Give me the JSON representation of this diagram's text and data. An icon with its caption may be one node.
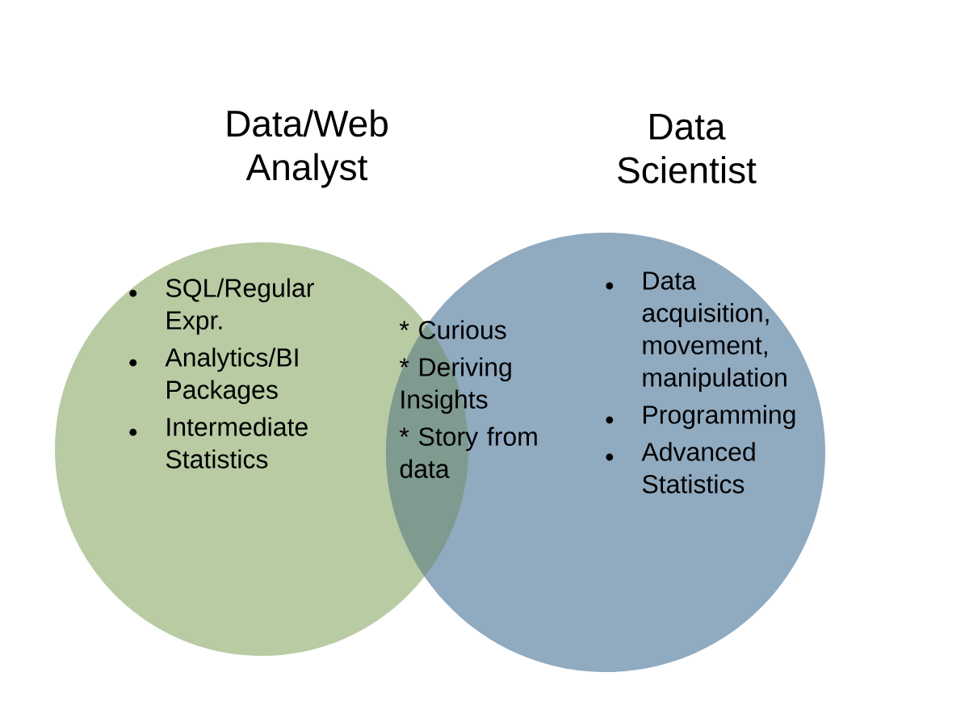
{
  "diagram": {
    "nodes": [
      {
        "text": [
          "Data/Web Analyst",
          "SQL/Regular Expr.",
          "Analytics/BI Packages",
          "Intermediate Statistics"
        ]
      },
      {
        "text": [
          "Data Scientist",
          "Data acquisition, movement, manipulation",
          "Programming",
          "Advanced Statistics"
        ]
      }
    ],
    "labels": [
      "* Curious",
      "* Deriving Insights",
      "* Story from data"
    ]
  }
}
